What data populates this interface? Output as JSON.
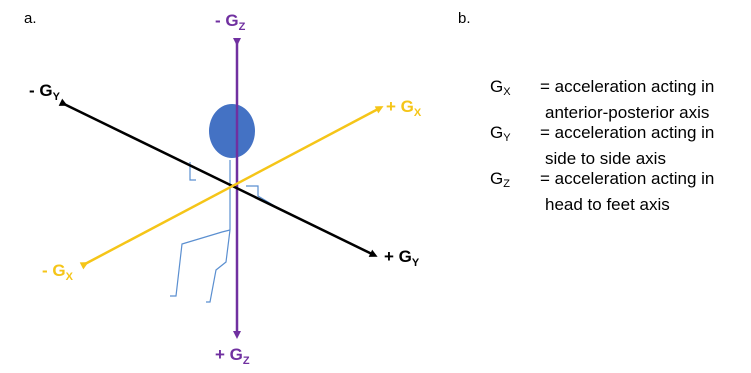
{
  "panels": {
    "a_label": "a.",
    "b_label": "b."
  },
  "axes": {
    "neg_gz": {
      "sign": "- G",
      "sub": "Z"
    },
    "pos_gz": {
      "sign": "+ G",
      "sub": "Z"
    },
    "neg_gy": {
      "sign": "- G",
      "sub": "Y"
    },
    "pos_gy": {
      "sign": "+ G",
      "sub": "Y"
    },
    "pos_gx": {
      "sign": "+ G",
      "sub": "X"
    },
    "neg_gx": {
      "sign": "- G",
      "sub": "X"
    }
  },
  "legend": [
    {
      "symbol": "G",
      "sub": "X",
      "line1": "= acceleration acting in",
      "line2": "anterior-posterior axis"
    },
    {
      "symbol": "G",
      "sub": "Y",
      "line1": "= acceleration acting in",
      "line2": "side to side axis"
    },
    {
      "symbol": "G",
      "sub": "Z",
      "line1": "= acceleration acting in",
      "line2": "head to feet axis"
    }
  ],
  "colors": {
    "z_axis": "#7030a0",
    "y_axis": "#000000",
    "x_axis": "#f5c518",
    "head": "#4472c4",
    "figure": "#5b8fd0"
  }
}
